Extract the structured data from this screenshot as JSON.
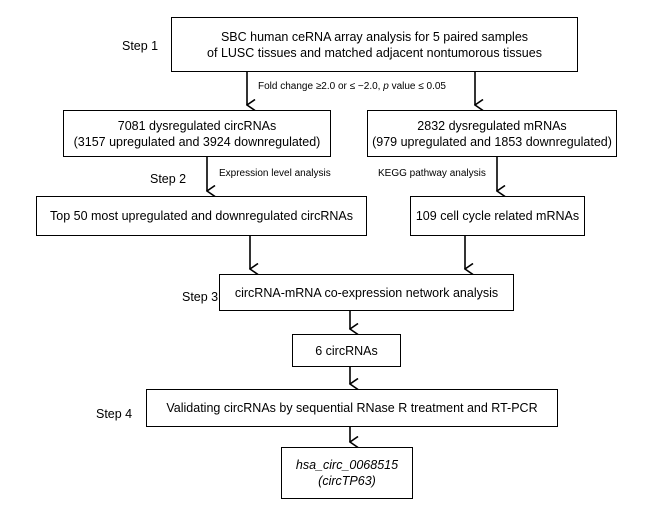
{
  "steps": {
    "step1": "Step 1",
    "step2": "Step 2",
    "step3": "Step 3",
    "step4": "Step 4"
  },
  "boxes": {
    "array_analysis": {
      "line1": "SBC human ceRNA array analysis for 5 paired samples",
      "line2": "of LUSC tissues and matched adjacent nontumorous tissues"
    },
    "circ_dysregulated": {
      "line1": "7081 dysregulated circRNAs",
      "line2": "(3157 upregulated and 3924 downregulated)"
    },
    "mrna_dysregulated": {
      "line1": "2832 dysregulated mRNAs",
      "line2": "(979 upregulated and 1853 downregulated)"
    },
    "top50": "Top 50 most upregulated and downregulated circRNAs",
    "cell_cycle": "109 cell cycle related mRNAs",
    "network": "circRNA-mRNA co-expression network analysis",
    "six_circ": "6 circRNAs",
    "validating": "Validating circRNAs by sequential RNase R treatment and RT-PCR",
    "final": {
      "line1": "hsa_circ_0068515",
      "line2": "(circTP63)"
    }
  },
  "notes": {
    "fold_change_prefix": "Fold change ≥2.0 or ≤ −2.0, ",
    "fold_change_p": "p",
    "fold_change_suffix": " value ≤ 0.05",
    "expression": "Expression level analysis",
    "kegg": "KEGG pathway analysis"
  }
}
